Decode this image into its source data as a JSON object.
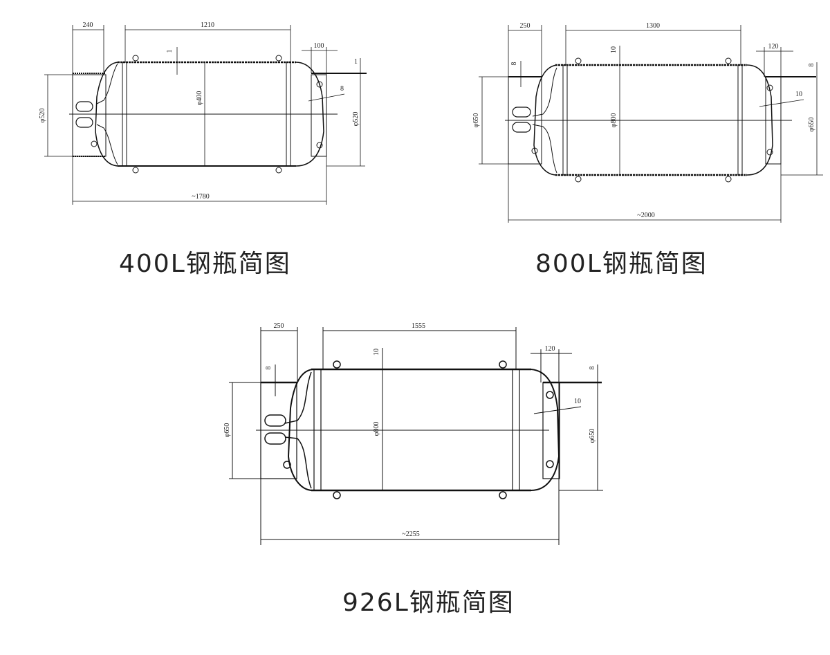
{
  "drawings": [
    {
      "id": "400L",
      "caption": "400L钢瓶简图",
      "dims": {
        "skirt_left": "240",
        "body_length": "1210",
        "skirt_right": "100",
        "wall_top": "1",
        "head_thk": "8",
        "dia_left": "φ520",
        "dia_body": "φ400",
        "dia_right": "φ520",
        "overall": "~1780"
      }
    },
    {
      "id": "800L",
      "caption": "800L钢瓶简图",
      "dims": {
        "skirt_left": "250",
        "body_length": "1300",
        "skirt_right": "120",
        "wall_top": "10",
        "skirt_thk_left": "8",
        "skirt_thk_right": "8",
        "head_thk": "10",
        "dia_left": "φ650",
        "dia_body": "φ800",
        "dia_right": "φ650",
        "overall": "~2000"
      }
    },
    {
      "id": "926L",
      "caption": "926L钢瓶简图",
      "dims": {
        "skirt_left": "250",
        "body_length": "1555",
        "skirt_right": "120",
        "wall_top": "10",
        "skirt_thk_left": "8",
        "skirt_thk_right": "8",
        "head_thk": "10",
        "dia_left": "φ650",
        "dia_body": "φ800",
        "dia_right": "φ650",
        "overall": "~2255"
      }
    }
  ]
}
